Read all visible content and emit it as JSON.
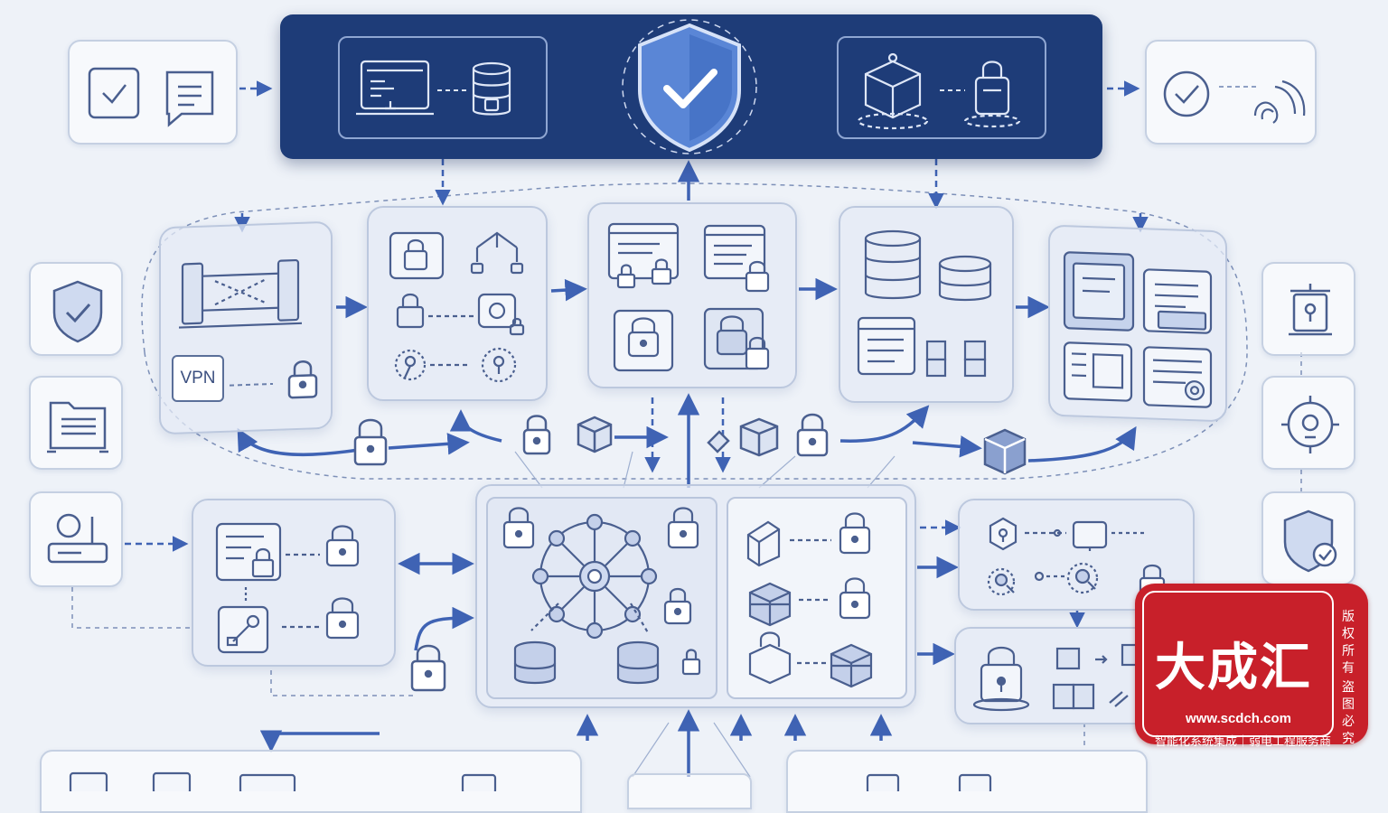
{
  "diagram": {
    "vpn_label": "VPN"
  },
  "watermark": {
    "brand": "大成汇",
    "url": "www.scdch.com",
    "tagline": "智能化系统集成｜弱电工程服务商",
    "side_text_1": "版权所有",
    "side_text_2": "盗图必究"
  },
  "colors": {
    "accent": "#1e3c78",
    "line": "#3f63b4",
    "stroke": "#4a5f8f",
    "stamp": "#c8202a"
  }
}
